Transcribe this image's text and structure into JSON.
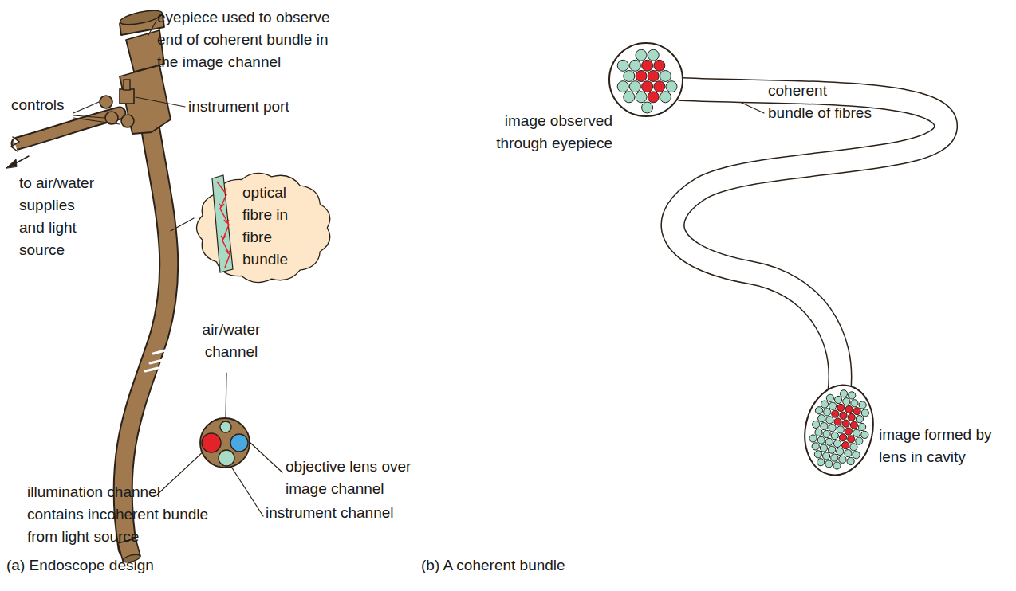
{
  "diagram": {
    "nodes": [
      {
        "text": [
          "optical fibre in fibre bundle"
        ]
      }
    ],
    "labels": [
      "eyepiece used to observe end of coherent bundle in the image channel",
      "controls",
      "instrument port",
      "to air/water supplies and light source",
      "air/water channel",
      "objective lens over image channel",
      "instrument channel",
      "illumination channel contains incoherent bundle from light source",
      "(a) Endoscope design",
      "image observed through eyepiece",
      "coherent bundle of fibres",
      "image formed by lens in cavity",
      "(b) A coherent bundle"
    ]
  }
}
